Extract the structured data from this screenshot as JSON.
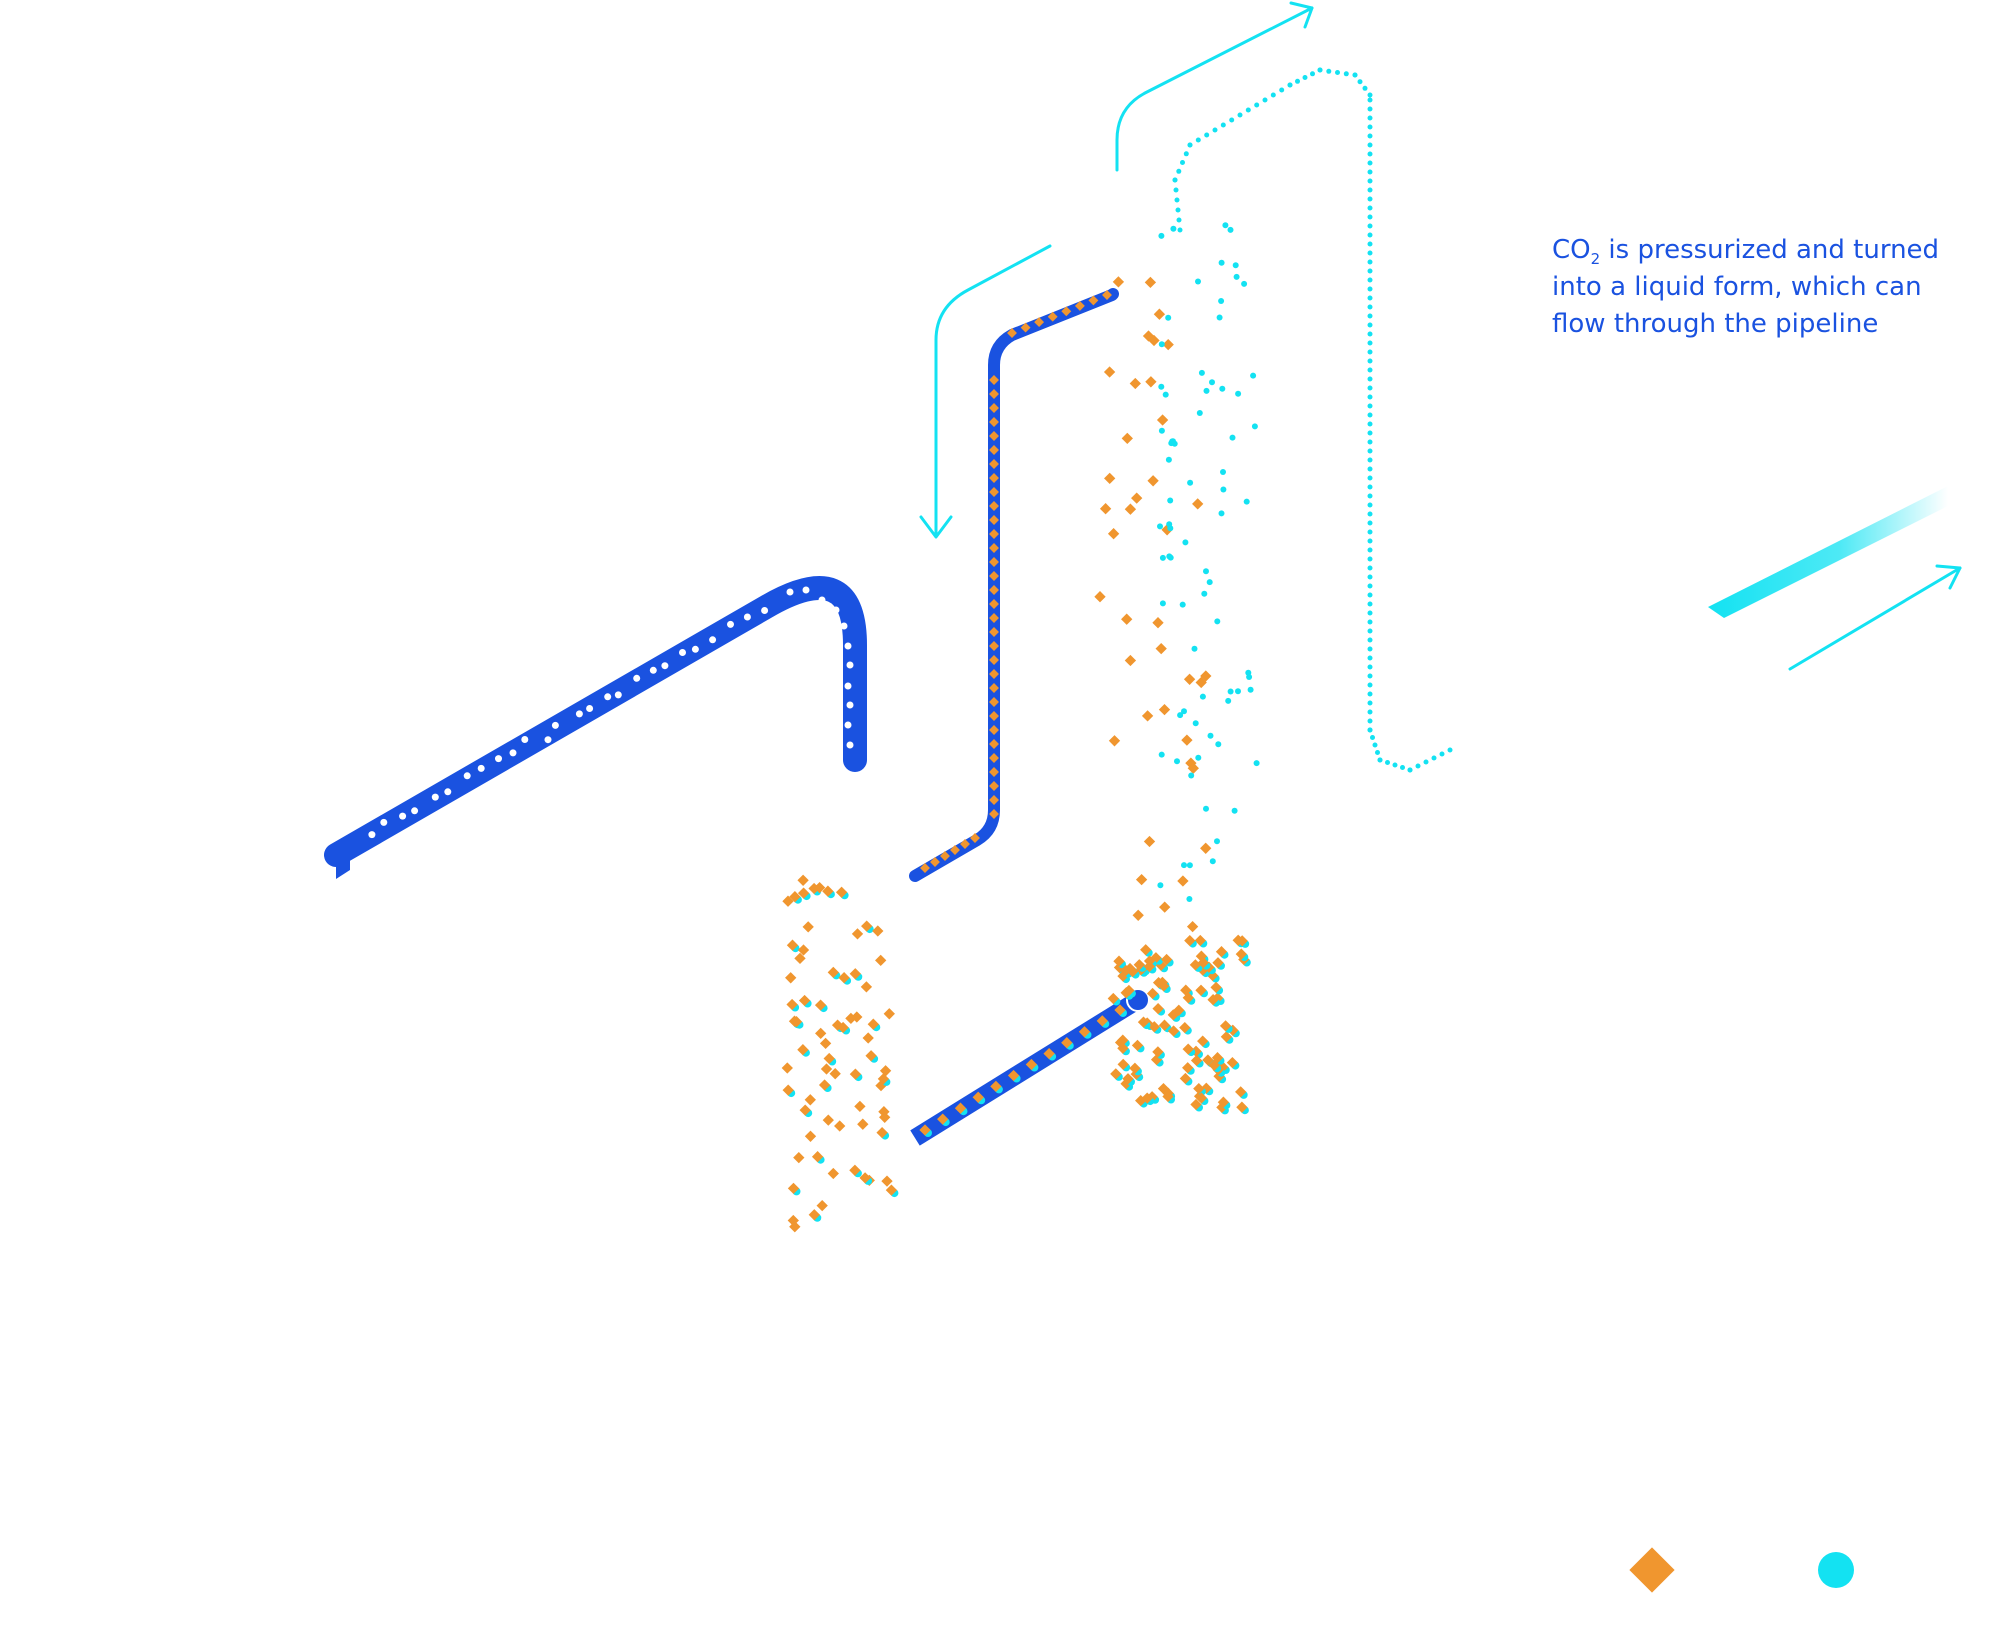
{
  "caption": {
    "chem_formula": "CO",
    "chem_subscript": "2",
    "text_after_formula": " is pressurized and turned into a liquid form, which can flow through the pipeline"
  },
  "legend": [
    {
      "shape": "diamond",
      "icon": "orange-diamond-icon",
      "color": "#f0962f"
    },
    {
      "shape": "circle",
      "icon": "cyan-circle-icon",
      "color": "#13e2f2"
    }
  ],
  "colors": {
    "pipe_blue": "#1a52e0",
    "orange": "#f0962f",
    "cyan": "#13e2f2",
    "white": "#ffffff"
  }
}
